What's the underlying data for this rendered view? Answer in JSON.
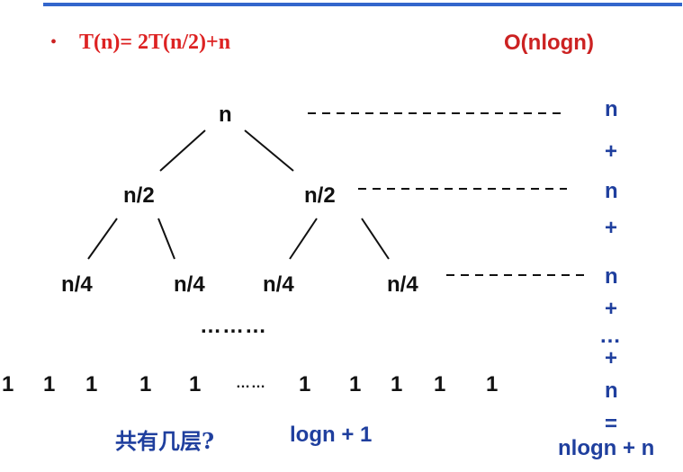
{
  "header": {
    "bullet": "•",
    "recurrence": "T(n)= 2T(n/2)+n",
    "complexity": "O(nlogn)"
  },
  "tree": {
    "root": "n",
    "level1": [
      "n/2",
      "n/2"
    ],
    "level2": [
      "n/4",
      "n/4",
      "n/4",
      "n/4"
    ],
    "ellipsis": "………",
    "leaves_left": [
      "1",
      "1",
      "1",
      "1",
      "1"
    ],
    "leaves_gap": "……",
    "leaves_right": [
      "1",
      "1",
      "1",
      "1",
      "1"
    ]
  },
  "sum_column": {
    "items": [
      "n",
      "+",
      "n",
      "+",
      "n",
      "+",
      "…",
      "+",
      "n",
      "="
    ],
    "result": "nlogn + n"
  },
  "footer": {
    "question": "共有几层?",
    "levels": "logn + 1"
  },
  "colors": {
    "accent_bar": "#3366cc",
    "title_red": "#dd2222",
    "sum_blue": "#1f3f9e",
    "text_black": "#111111"
  }
}
